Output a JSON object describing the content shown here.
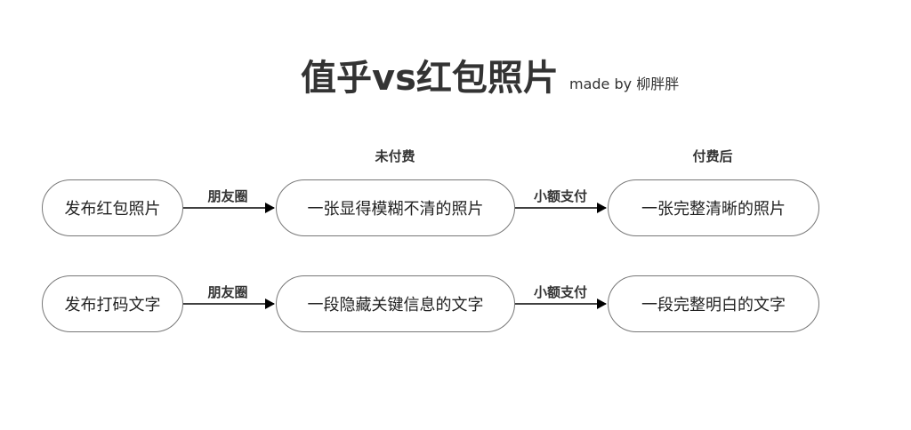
{
  "title": "值乎vs红包照片",
  "subtitle": "made by 柳胖胖",
  "columns": {
    "unpaid": "未付费",
    "paid": "付费后"
  },
  "rows": [
    {
      "start": "发布红包照片",
      "edge1": "朋友圈",
      "middle": "一张显得模糊不清的照片",
      "edge2": "小额支付",
      "end": "一张完整清晰的照片"
    },
    {
      "start": "发布打码文字",
      "edge1": "朋友圈",
      "middle": "一段隐藏关键信息的文字",
      "edge2": "小额支付",
      "end": "一段完整明白的文字"
    }
  ]
}
